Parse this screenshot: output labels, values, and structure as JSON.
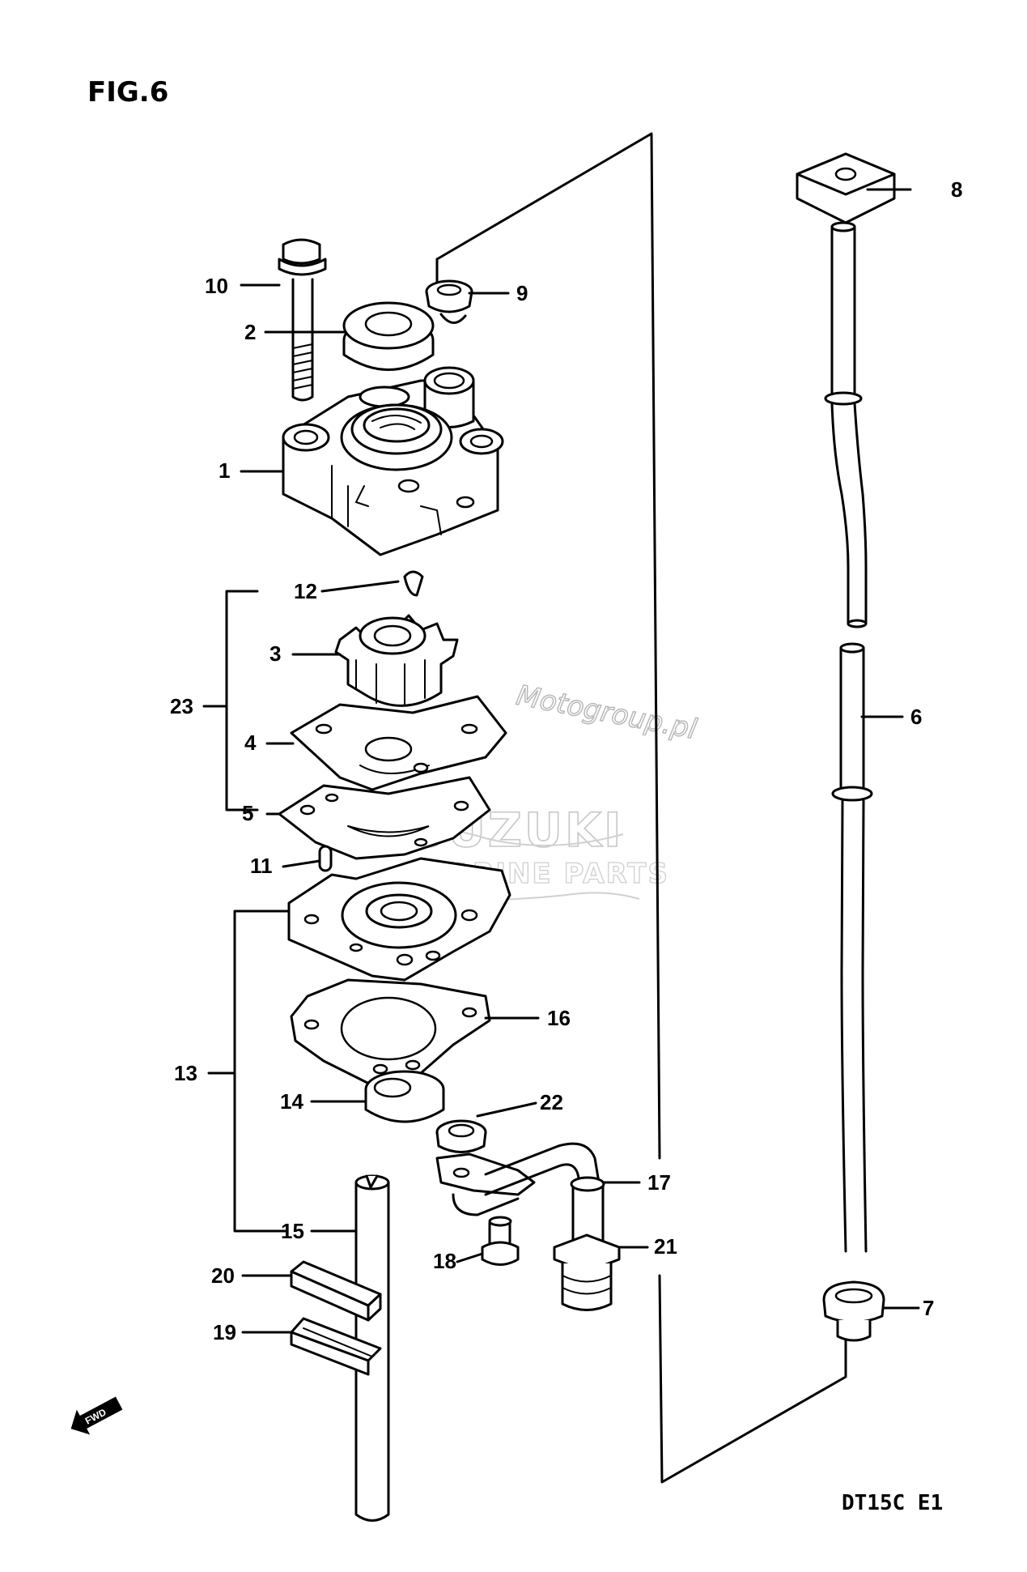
{
  "figure": {
    "title": "FIG.6",
    "model_code": "DT15C  E1",
    "fwd_label": "FWD"
  },
  "watermarks": {
    "site": "Motogroup.pl",
    "brand": "SUZUKI",
    "brand_sub": "MARINE PARTS"
  },
  "callouts": [
    "1",
    "2",
    "3",
    "4",
    "5",
    "6",
    "7",
    "8",
    "9",
    "10",
    "11",
    "12",
    "13",
    "14",
    "15",
    "16",
    "17",
    "18",
    "19",
    "20",
    "21",
    "22",
    "23"
  ]
}
